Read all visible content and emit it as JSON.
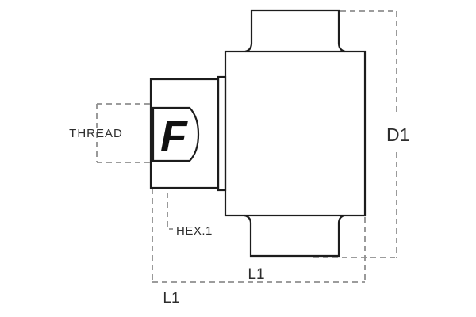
{
  "diagram": {
    "kind": "fitting-technical-drawing",
    "labels": {
      "thread": "THREAD",
      "hex": "HEX.1",
      "d1": "D1",
      "l1_upper": "L1",
      "l1_lower": "L1"
    },
    "logo": {
      "letter": "F"
    },
    "colors": {
      "outline": "#1c1c1c",
      "dimension_line": "#8f8f8f",
      "label_text": "#2d2d2d",
      "background": "#ffffff"
    }
  }
}
